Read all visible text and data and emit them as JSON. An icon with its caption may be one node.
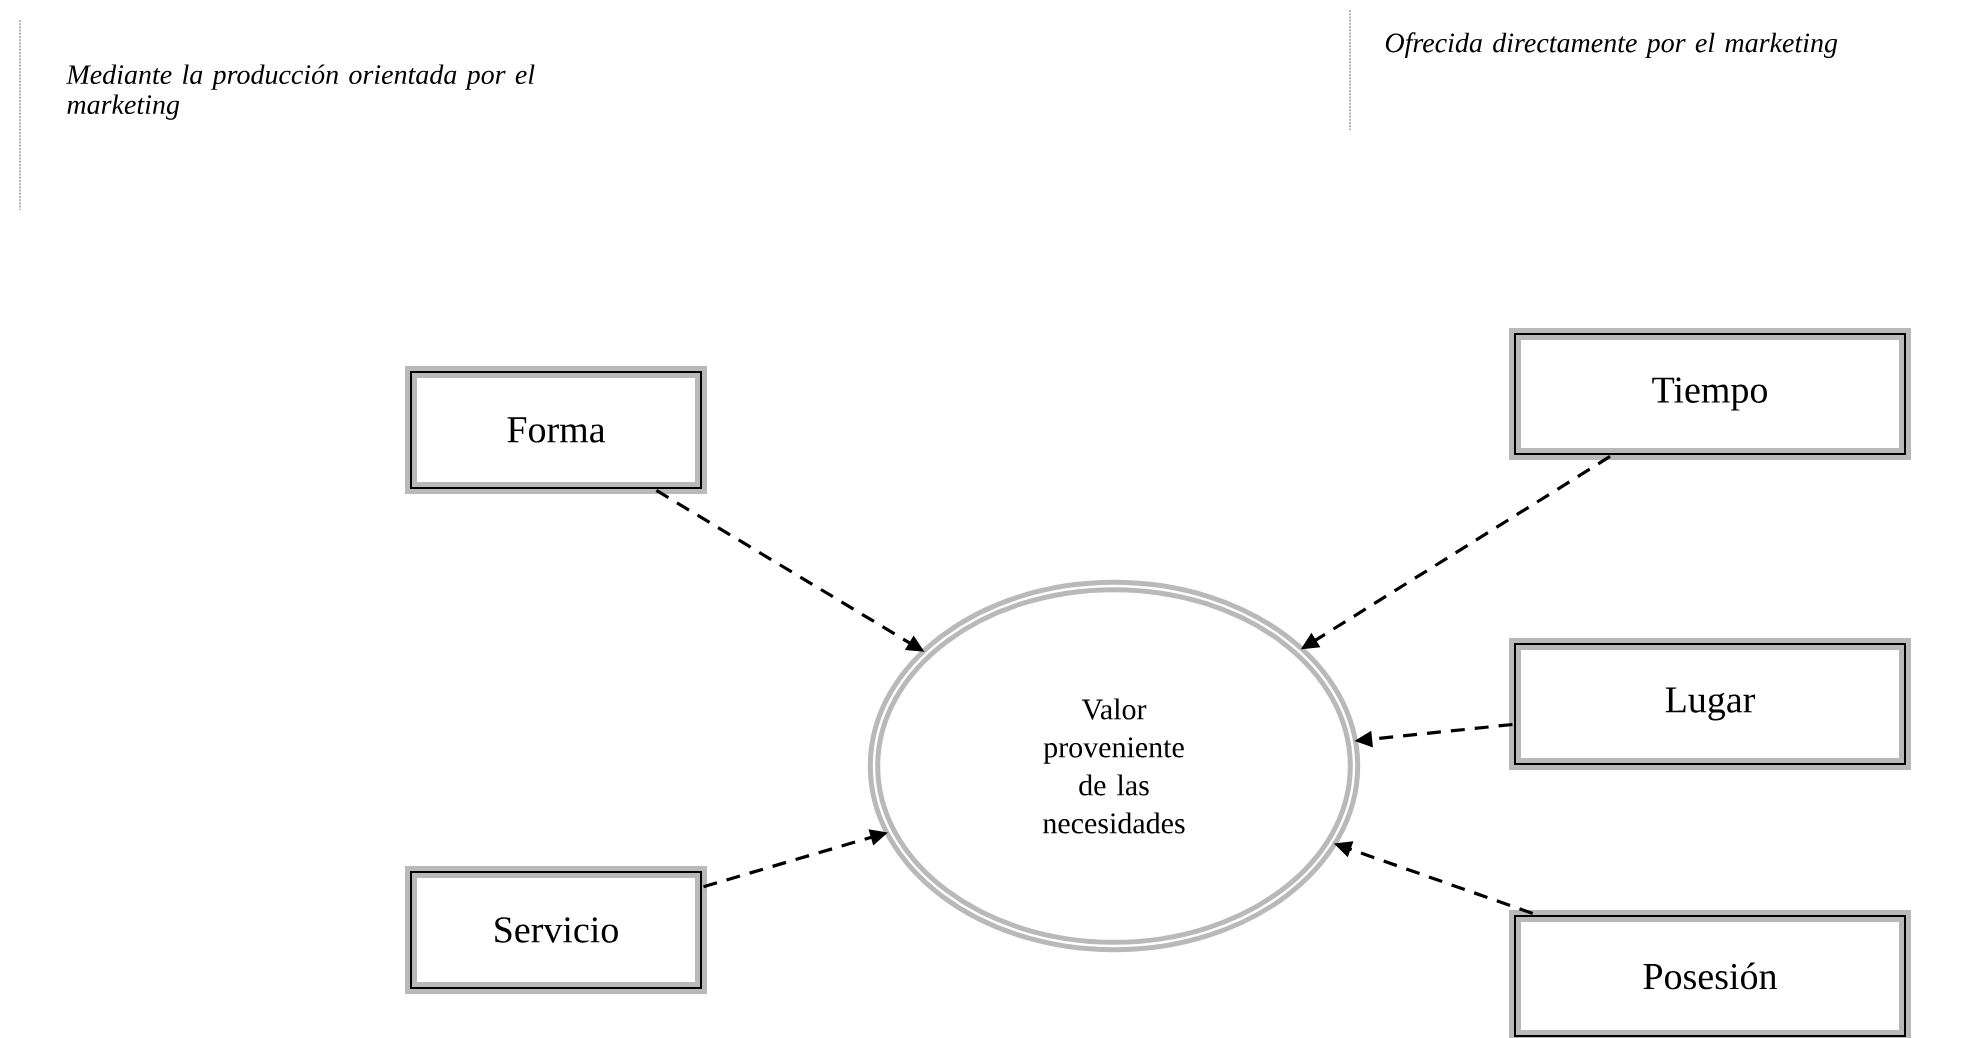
{
  "diagram": {
    "nodes": [
      {
        "text": [
          "Forma"
        ]
      },
      {
        "text": [
          "Servicio"
        ]
      },
      {
        "text": [
          "Valor proveniente de las necesidades"
        ]
      },
      {
        "text": [
          "Tiempo"
        ]
      },
      {
        "text": [
          "Lugar"
        ]
      },
      {
        "text": [
          "Posesión"
        ]
      }
    ],
    "edges": [
      {
        "from": 0,
        "to": 2,
        "arrow": "to",
        "style": "dashed"
      },
      {
        "from": 1,
        "to": 2,
        "arrow": "to",
        "style": "dashed"
      },
      {
        "from": 3,
        "to": 2,
        "arrow": "to",
        "style": "dashed"
      },
      {
        "from": 4,
        "to": 2,
        "arrow": "to",
        "style": "dashed"
      },
      {
        "from": 5,
        "to": 2,
        "arrow": "to",
        "style": "dashed"
      }
    ],
    "labels": [
      "Mediante la producción orientada por el marketing",
      "Ofrecida directamente por el marketing"
    ]
  }
}
